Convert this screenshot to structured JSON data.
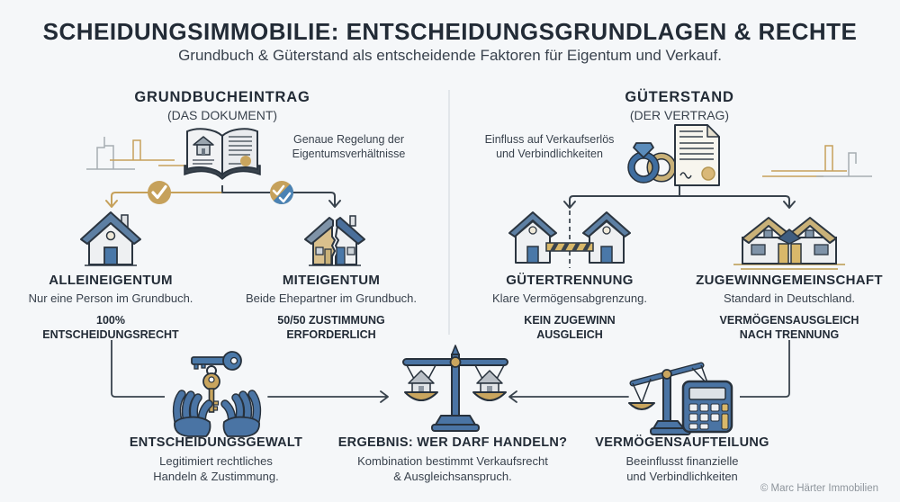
{
  "header": {
    "title": "SCHEIDUNGSIMMOBILIE: ENTSCHEIDUNGSGRUNDLAGEN & RECHTE",
    "subtitle": "Grundbuch & Güterstand als entscheidende Faktoren für Eigentum und Verkauf."
  },
  "left_section": {
    "heading": "GRUNDBUCHEINTRAG",
    "subheading": "(DAS DOKUMENT)",
    "note_line1": "Genaue Regelung der",
    "note_line2": "Eigentumsverhältnisse",
    "branches": [
      {
        "title": "ALLEINEIGENTUM",
        "desc": "Nur eine Person im Grundbuch.",
        "tag1": "100%",
        "tag2": "ENTSCHEIDUNGSRECHT"
      },
      {
        "title": "MITEIGENTUM",
        "desc": "Beide Ehepartner im Grundbuch.",
        "tag1": "50/50 ZUSTIMMUNG",
        "tag2": "ERFORDERLICH"
      }
    ]
  },
  "right_section": {
    "heading": "GÜTERSTAND",
    "subheading": "(DER VERTRAG)",
    "note_line1": "Einfluss auf Verkaufserlös",
    "note_line2": "und Verbindlichkeiten",
    "branches": [
      {
        "title": "GÜTERTRENNUNG",
        "desc": "Klare Vermögensabgrenzung.",
        "tag1": "KEIN ZUGEWINN",
        "tag2": "AUSGLEICH"
      },
      {
        "title": "ZUGEWINNGEMEINSCHAFT",
        "desc": "Standard in Deutschland.",
        "tag1": "VERMÖGENSAUSGLEICH",
        "tag2": "NACH TRENNUNG"
      }
    ]
  },
  "bottom_row": {
    "left": {
      "title": "ENTSCHEIDUNGSGEWALT",
      "desc_line1": "Legitimiert rechtliches",
      "desc_line2": "Handeln & Zustimmung."
    },
    "center": {
      "title": "ERGEBNIS: WER DARF HANDELN?",
      "desc_line1": "Kombination bestimmt Verkaufsrecht",
      "desc_line2": "& Ausgleichsanspruch."
    },
    "right": {
      "title": "VERMÖGENSAUFTEILUNG",
      "desc_line1": "Beeinflusst finanzielle",
      "desc_line2": "und Verbindlichkeiten"
    }
  },
  "footer": {
    "credit": "© Marc Härter Immobilien"
  },
  "colors": {
    "background": "#f5f7f9",
    "ink": "#222b36",
    "text": "#39424d",
    "gold": "#c6a15b",
    "gold_light": "#d9b86a",
    "blue": "#4a78a8",
    "blue_badge": "#4a82b4",
    "steel_roof": "#5d7fa3",
    "line_dark": "#39434d",
    "divider": "#e2e6ea",
    "muted": "#8e959c"
  },
  "icons": {
    "left_decor": "city-skyline-icon",
    "grundbuch": "open-book-icon",
    "sole_ownership_badge": "single-check-badge-icon",
    "joint_ownership_badge": "double-check-badge-icon",
    "alleineigentum": "single-house-icon",
    "miteigentum": "split-house-icon",
    "rings": "wedding-rings-icon",
    "vertrag": "contract-document-icon",
    "right_decor": "city-skyline-icon",
    "guetertrennung": "separated-houses-icon",
    "zugewinn": "duplex-house-icon",
    "entscheidungsgewalt": "hands-holding-keys-icon",
    "ergebnis": "balance-scale-houses-icon",
    "vermoegensaufteilung": "scale-calculator-icon"
  }
}
